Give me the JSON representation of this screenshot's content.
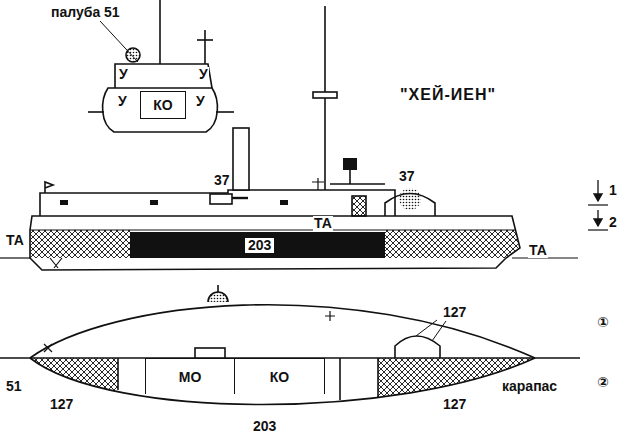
{
  "diagram": {
    "title": "\"ХЕЙ-ИЕН\"",
    "nodes": [
      {
        "text": [
          "КО"
        ]
      },
      {
        "text": [
          "МО"
        ]
      },
      {
        "text": [
          "КО"
        ]
      }
    ],
    "labels": [
      "палуба 51",
      "У",
      "У",
      "У",
      "У",
      "37",
      "37",
      "1",
      "2",
      "ТА",
      "ТА",
      "ТА",
      "203",
      "127",
      "①",
      "51",
      "127",
      "карапас",
      "②",
      "127",
      "203"
    ]
  }
}
